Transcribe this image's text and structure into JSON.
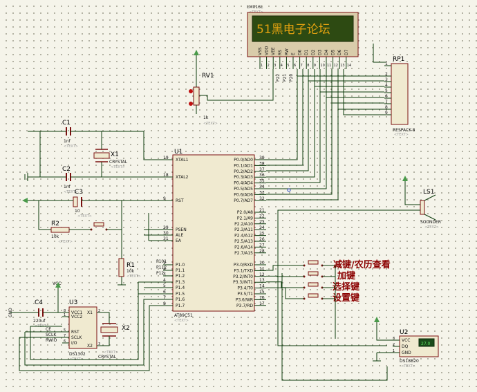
{
  "lcd": {
    "ref": "LM016L",
    "text_tag": "<TEXT>",
    "display": "51黑电子论坛",
    "pins": [
      "VSS",
      "VDD",
      "VEE",
      "RS",
      "RW",
      "E",
      "D0",
      "D1",
      "D2",
      "D3",
      "D4",
      "D5",
      "D6",
      "D7"
    ],
    "pin_numbers": [
      "1",
      "2",
      "3",
      "4",
      "5",
      "6",
      "7",
      "8",
      "9",
      "10",
      "11",
      "12",
      "13",
      "14"
    ],
    "aux_labels": [
      "P22",
      "P21",
      "P20"
    ]
  },
  "rv1": {
    "ref": "RV1",
    "value": "1k",
    "text_tag": "<TEXT>"
  },
  "rp1": {
    "ref": "RP1",
    "model": "RESPACK-8",
    "text_tag": "<TEXT>",
    "pins": [
      "1",
      "2",
      "3",
      "4",
      "5",
      "6",
      "7",
      "8",
      "9"
    ]
  },
  "c1": {
    "ref": "C1",
    "value": "1nf",
    "text_tag": "<TEXT>"
  },
  "c2": {
    "ref": "C2",
    "value": "1nf",
    "text_tag": "<TEXT>"
  },
  "c3": {
    "ref": "C3",
    "value": "10",
    "text_tag": "<TEXT>"
  },
  "c4": {
    "ref": "C4",
    "value": "220uf",
    "text_tag": "<TEXT>"
  },
  "x1": {
    "ref": "X1",
    "model": "CRYSTAL",
    "text_tag": "<TEXT>"
  },
  "x2": {
    "ref": "X2",
    "model": "CRYSTAL",
    "text_tag": "<TEXT>"
  },
  "r1": {
    "ref": "R1",
    "value": "10k",
    "text_tag": "<TEXT>"
  },
  "r2": {
    "ref": "R2",
    "value": "10k",
    "text_tag": "<TEXT>"
  },
  "u1": {
    "ref": "U1",
    "model": "AT89C51",
    "text_tag": "<TEXT>",
    "left_pins": [
      {
        "name": "XTAL1",
        "num": "19"
      },
      {
        "name": "XTAL2",
        "num": "18"
      },
      {
        "name": "RST",
        "num": "9"
      },
      {
        "name": "PSEN",
        "num": "29"
      },
      {
        "name": "ALE",
        "num": "30"
      },
      {
        "name": "EA",
        "num": "31"
      },
      {
        "name": "P1.0",
        "num": "1"
      },
      {
        "name": "P1.1",
        "num": "2"
      },
      {
        "name": "P1.2",
        "num": "3"
      },
      {
        "name": "P1.3",
        "num": "4"
      },
      {
        "name": "P1.4",
        "num": "5"
      },
      {
        "name": "P1.5",
        "num": "6"
      },
      {
        "name": "P1.6",
        "num": "7"
      },
      {
        "name": "P1.7",
        "num": "8"
      }
    ],
    "p0_pins": [
      {
        "name": "P0.0/AD0",
        "num": "39"
      },
      {
        "name": "P0.1/AD1",
        "num": "38"
      },
      {
        "name": "P0.2/AD2",
        "num": "37"
      },
      {
        "name": "P0.3/AD3",
        "num": "36"
      },
      {
        "name": "P0.4/AD4",
        "num": "35"
      },
      {
        "name": "P0.5/AD5",
        "num": "34"
      },
      {
        "name": "P0.6/AD6",
        "num": "33"
      },
      {
        "name": "P0.7/AD7",
        "num": "32"
      }
    ],
    "p2_pins": [
      {
        "name": "P2.0/A8",
        "num": "21"
      },
      {
        "name": "P2.1/A9",
        "num": "22"
      },
      {
        "name": "P2.2/A10",
        "num": "23"
      },
      {
        "name": "P2.3/A11",
        "num": "24"
      },
      {
        "name": "P2.4/A12",
        "num": "25"
      },
      {
        "name": "P2.5/A13",
        "num": "26"
      },
      {
        "name": "P2.6/A14",
        "num": "27"
      },
      {
        "name": "P2.7/A15",
        "num": "28"
      }
    ],
    "p3_pins": [
      {
        "name": "P3.0/RXD",
        "num": "10"
      },
      {
        "name": "P3.1/TXD",
        "num": "11"
      },
      {
        "name": "P3.2/INT0",
        "num": "12"
      },
      {
        "name": "P3.3/INT1",
        "num": "13"
      },
      {
        "name": "P3.4/T0",
        "num": "14"
      },
      {
        "name": "P3.5/T1",
        "num": "15"
      },
      {
        "name": "P3.6/WR",
        "num": "16"
      },
      {
        "name": "P3.7/RD",
        "num": "17"
      }
    ],
    "p1_net_labels": [
      "P101",
      "P112",
      "P12"
    ]
  },
  "u3": {
    "ref": "U3",
    "model": "DS1302",
    "text_tag": "<TEXT>",
    "pins_left": [
      {
        "name": "VCC1",
        "num": "8"
      },
      {
        "name": "VCC2",
        "num": "1"
      },
      {
        "name": "RST",
        "num": "5"
      },
      {
        "name": "SCLK",
        "num": "7"
      },
      {
        "name": "I/O",
        "num": "6"
      }
    ],
    "pins_right": [
      {
        "name": "X1",
        "num": "2"
      },
      {
        "name": "X2",
        "num": "3"
      }
    ],
    "side_labels": [
      "CE",
      "SCLK",
      "RWIO"
    ]
  },
  "u2": {
    "ref": "U2",
    "model": "DS18B20",
    "text_tag": "<TEXT>",
    "pins": [
      {
        "name": "VCC",
        "num": "3"
      },
      {
        "name": "DQ",
        "num": "2"
      },
      {
        "name": "GND",
        "num": "1"
      }
    ],
    "reading": "27.0"
  },
  "ls1": {
    "ref": "LS1",
    "model": "SOUNDER",
    "text_tag": "<TEXT>"
  },
  "power": {
    "vcc": "VCC",
    "gnd": "GND"
  },
  "buttons": [
    {
      "label": "减键/农历查看"
    },
    {
      "label": "加键"
    },
    {
      "label": "选择键"
    },
    {
      "label": "设置键"
    }
  ],
  "colors": {
    "wire": "#0a3a0a",
    "part_outline": "#7a1010",
    "part_fill": "#f0ead0",
    "lcd_bg": "#2d4a12",
    "lcd_text": "#e0a010",
    "label": "#8b0000"
  }
}
